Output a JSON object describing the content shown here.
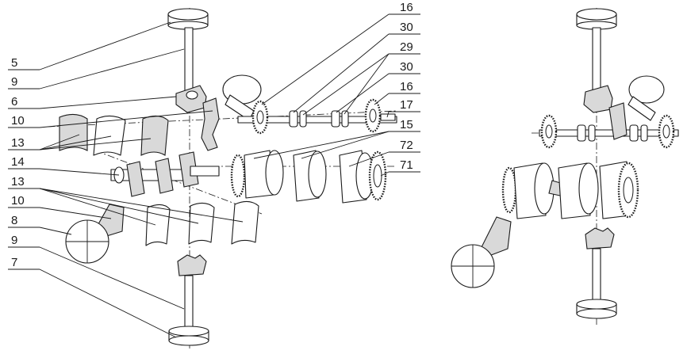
{
  "callouts_left": [
    {
      "text": "5"
    },
    {
      "text": "9"
    },
    {
      "text": "6"
    },
    {
      "text": "10"
    },
    {
      "text": "13"
    },
    {
      "text": "14"
    },
    {
      "text": "13"
    },
    {
      "text": "10"
    },
    {
      "text": "8"
    },
    {
      "text": "9"
    },
    {
      "text": "7"
    }
  ],
  "callouts_right": [
    {
      "text": "16"
    },
    {
      "text": "30"
    },
    {
      "text": "29"
    },
    {
      "text": "30"
    },
    {
      "text": "16"
    },
    {
      "text": "17"
    },
    {
      "text": "15"
    },
    {
      "text": "72"
    },
    {
      "text": "71"
    }
  ]
}
